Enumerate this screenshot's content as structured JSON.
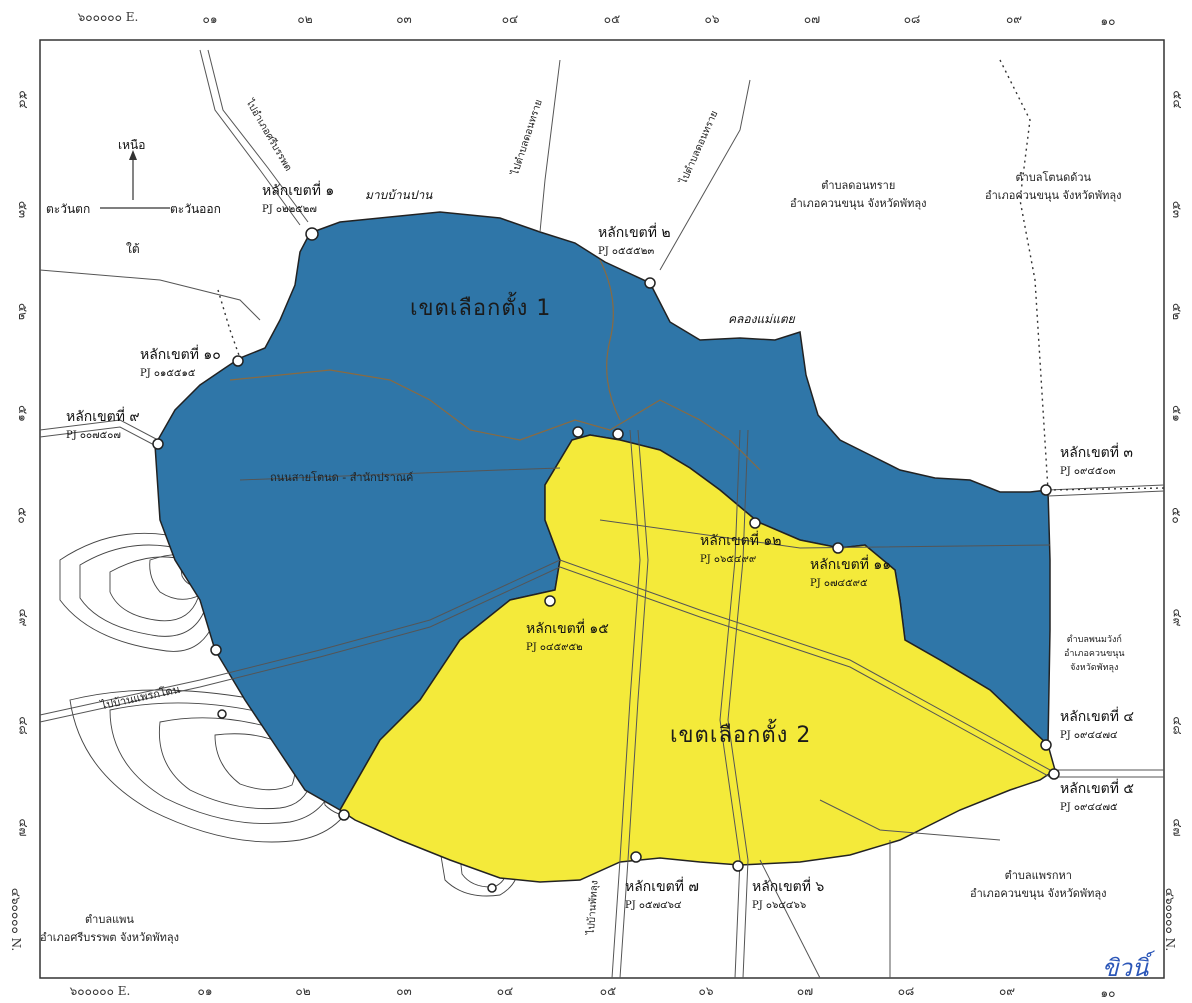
{
  "grid": {
    "top": [
      "๖๐๐๐๐๐ E.",
      "๐๑",
      "๐๒",
      "๐๓",
      "๐๔",
      "๐๕",
      "๐๖",
      "๐๗",
      "๐๘",
      "๐๙",
      "๑๐"
    ],
    "bottom": [
      "๖๐๐๐๐๐ E.",
      "๐๑",
      "๐๒",
      "๐๓",
      "๐๔",
      "๐๕",
      "๐๖",
      "๐๗",
      "๐๘",
      "๐๙",
      "๑๐"
    ],
    "left": [
      "๕๔",
      "๕๓",
      "๕๒",
      "๕๑",
      "๕๐",
      "๔๙",
      "๔๘",
      "๔๗",
      "๔๖๐๐๐๐ N."
    ],
    "right": [
      "๕๔",
      "๕๓",
      "๕๒",
      "๕๑",
      "๕๐",
      "๔๙",
      "๔๘",
      "๔๗",
      "๔๖๐๐๐๐ N."
    ]
  },
  "compass": {
    "north": "เหนือ",
    "west": "ตะวันตก",
    "east": "ตะวันออก",
    "south": "ใต้"
  },
  "zones": {
    "zone1": "เขตเลือกตั้ง 1",
    "zone2": "เขตเลือกตั้ง 2"
  },
  "pillars": {
    "p1": {
      "name": "หลักเขตที่ ๑",
      "code": "PJ ๐๒๒๕๒๗"
    },
    "p2": {
      "name": "หลักเขตที่ ๒",
      "code": "PJ ๐๕๕๕๒๓"
    },
    "p3": {
      "name": "หลักเขตที่ ๓",
      "code": "PJ ๐๙๔๕๐๓"
    },
    "p4": {
      "name": "หลักเขตที่ ๔",
      "code": "PJ ๐๙๔๔๗๔"
    },
    "p5": {
      "name": "หลักเขตที่ ๕",
      "code": "PJ ๐๙๔๔๗๕"
    },
    "p6": {
      "name": "หลักเขตที่ ๖",
      "code": "PJ ๐๖๔๔๖๖"
    },
    "p7": {
      "name": "หลักเขตที่ ๗",
      "code": "PJ ๐๕๗๔๖๔"
    },
    "p9": {
      "name": "หลักเขตที่ ๙",
      "code": "PJ ๐๐๗๕๐๗"
    },
    "p10": {
      "name": "หลักเขตที่ ๑๐",
      "code": "PJ ๐๑๕๕๑๕"
    },
    "p11": {
      "name": "หลักเขตที่ ๑๑",
      "code": "PJ ๐๗๔๕๙๕"
    },
    "p12": {
      "name": "หลักเขตที่ ๑๒",
      "code": "PJ ๐๖๕๔๙๙"
    },
    "p15": {
      "name": "หลักเขตที่ ๑๕",
      "code": "PJ ๐๔๕๙๕๒"
    }
  },
  "places": {
    "top_mid": "ตำบลดอนทราย",
    "top_mid2": "อำเภอควนขนุน จังหวัดพัทลุง",
    "top_right": "ตำบลโตนดด้วน",
    "top_right2": "อำเภอควนขนุน จังหวัดพัทลุง",
    "bottom_left": "ตำบลแพน",
    "bottom_left2": "อำเภอศรีบรรพต จังหวัดพัทลุง",
    "bottom_right": "ตำบลแพรกหา",
    "bottom_right2": "อำเภอควนขนุน จังหวัดพัทลุง",
    "right_mid": "ตำบลพนมวังก์",
    "right_mid2": "อำเภอควนขนุน",
    "right_mid3": "จังหวัดพัทลุง"
  },
  "features": {
    "road1": "ไปอำเภอศรีบรรพต",
    "road2": "ไปตำบลดอนทราย",
    "road3": "ไปตำบลดอนทราย",
    "road_west": "ไปบ้านแพรกโดน",
    "road_south": "ไปบ้านพัทลุง",
    "canal_top": "มาบบ้านปาน",
    "canal_right": "คลองแม่แตย",
    "highway": "ถนนสายโตนด - สำนักปราณค์"
  },
  "signature": "ขิวนิ์"
}
